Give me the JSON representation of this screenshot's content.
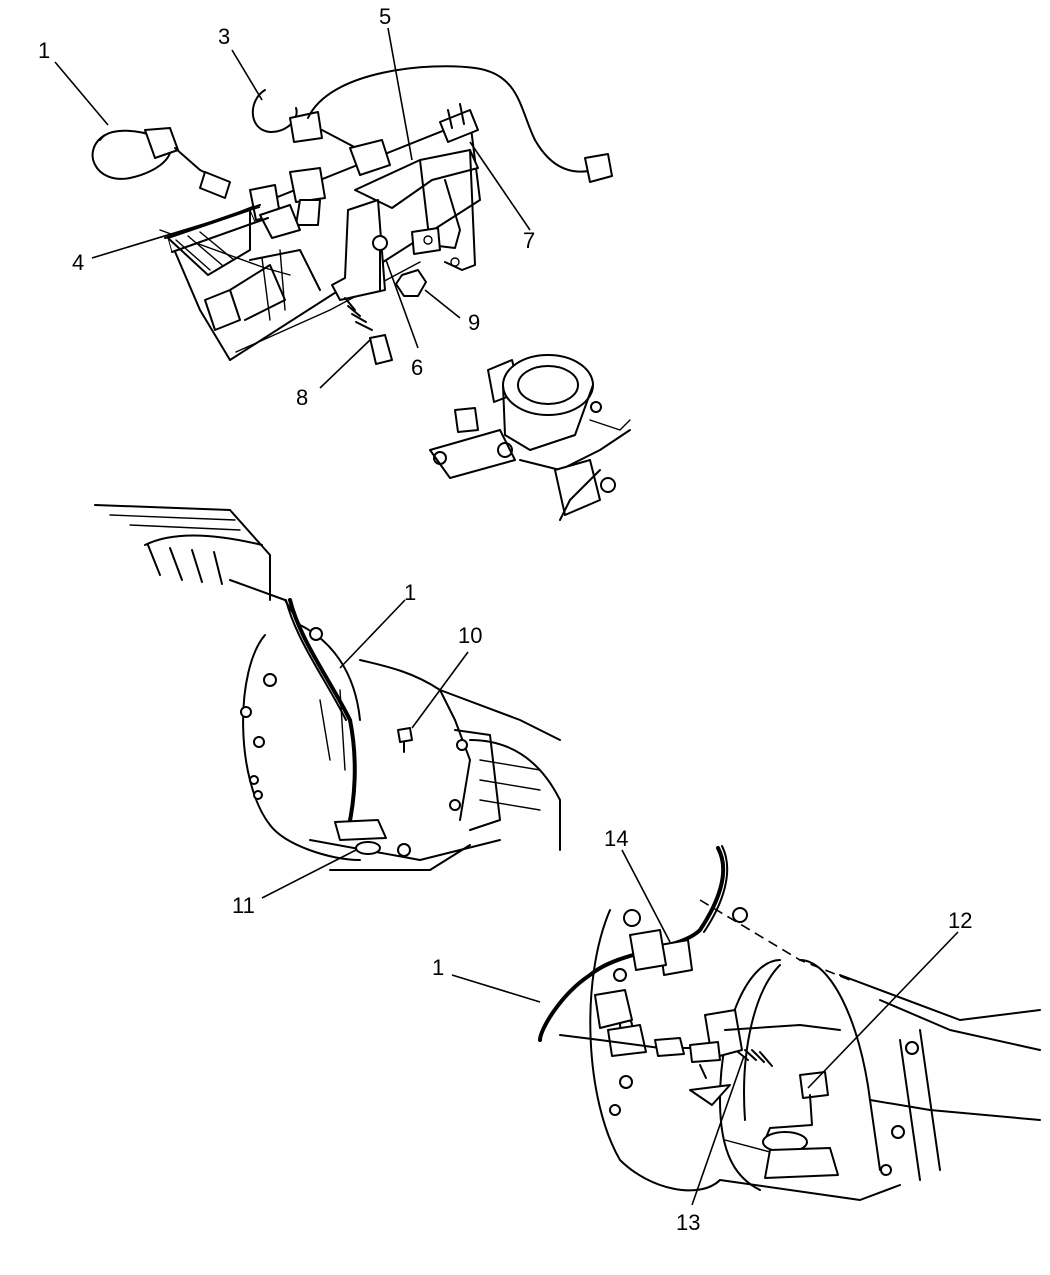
{
  "callouts": {
    "c1a": "1",
    "c3": "3",
    "c5": "5",
    "c7": "7",
    "c4": "4",
    "c9": "9",
    "c6": "6",
    "c8": "8",
    "c1b": "1",
    "c10": "10",
    "c11": "11",
    "c14": "14",
    "c12": "12",
    "c1c": "1",
    "c13": "13"
  }
}
